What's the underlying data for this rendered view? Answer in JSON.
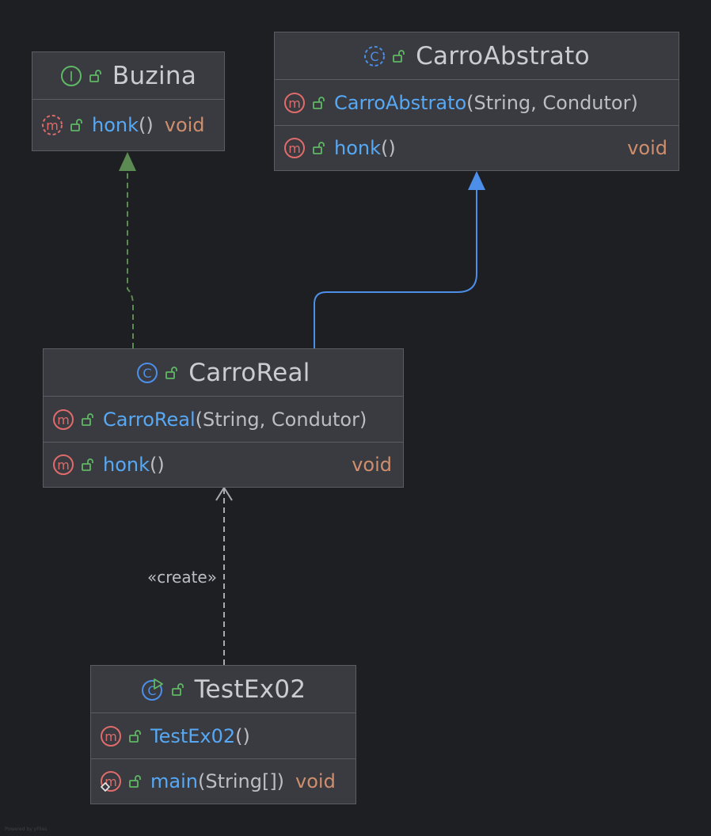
{
  "diagram": {
    "nodes": {
      "buzina": {
        "kind": "interface",
        "kind_icon": "interface-icon",
        "title": "Buzina",
        "methods": [
          {
            "icon": "abstract-method-icon",
            "name": "honk",
            "params": "()",
            "return": "void"
          }
        ]
      },
      "carro_abstrato": {
        "kind": "abstract-class",
        "kind_icon": "abstract-class-icon",
        "title": "CarroAbstrato",
        "methods": [
          {
            "icon": "method-icon",
            "name": "CarroAbstrato",
            "params": "(String, Condutor)",
            "return": ""
          },
          {
            "icon": "method-icon",
            "name": "honk",
            "params": "()",
            "return": "void"
          }
        ]
      },
      "carro_real": {
        "kind": "class",
        "kind_icon": "class-icon",
        "title": "CarroReal",
        "methods": [
          {
            "icon": "method-icon",
            "name": "CarroReal",
            "params": "(String, Condutor)",
            "return": ""
          },
          {
            "icon": "method-icon",
            "name": "honk",
            "params": "()",
            "return": "void"
          }
        ]
      },
      "test_ex02": {
        "kind": "runnable-class",
        "kind_icon": "runnable-class-icon",
        "title": "TestEx02",
        "methods": [
          {
            "icon": "method-icon",
            "name": "TestEx02",
            "params": "()",
            "return": ""
          },
          {
            "icon": "static-method-icon",
            "name": "main",
            "params": "(String[])",
            "return": "void"
          }
        ]
      }
    },
    "edges": [
      {
        "from": "CarroReal",
        "to": "Buzina",
        "type": "realization",
        "color": "#5b8a52"
      },
      {
        "from": "CarroReal",
        "to": "CarroAbstrato",
        "type": "generalization",
        "color": "#4d8fe8"
      },
      {
        "from": "TestEx02",
        "to": "CarroReal",
        "type": "dependency",
        "label": "«create»",
        "color": "#a9abb0"
      }
    ],
    "watermark": "Powered by yFiles"
  },
  "colors": {
    "background": "#1e1f22",
    "node_fill": "#393b40",
    "node_border": "#5a5d63",
    "method_name": "#57a8f5",
    "return_type": "#cf8e6d",
    "method_icon": "#e06b6b",
    "class_icon": "#4d8fe8",
    "interface_icon": "#5fb865",
    "lock_icon": "#5fb865"
  }
}
